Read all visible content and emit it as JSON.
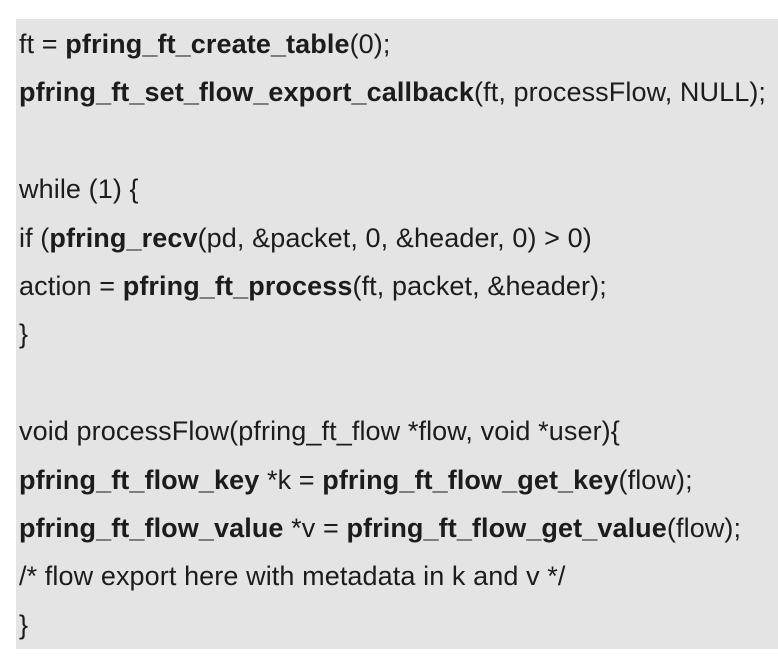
{
  "page": {
    "background_color": "#ffffff"
  },
  "code_block": {
    "background_color": "#e4e4e4",
    "text_color": "#1c1c1c",
    "language": "c",
    "lines": [
      {
        "segments": [
          {
            "text": "ft = ",
            "bold": false
          },
          {
            "text": "pfring_ft_create_table",
            "bold": true
          },
          {
            "text": "(0);",
            "bold": false
          }
        ]
      },
      {
        "segments": [
          {
            "text": "pfring_ft_set_flow_export_callback",
            "bold": true
          },
          {
            "text": "(ft, processFlow, NULL);",
            "bold": false
          }
        ]
      },
      {
        "segments": []
      },
      {
        "segments": [
          {
            "text": "while (1) {",
            "bold": false
          }
        ]
      },
      {
        "segments": [
          {
            "text": "if (",
            "bold": false
          },
          {
            "text": "pfring_recv",
            "bold": true
          },
          {
            "text": "(pd, &packet, 0, &header, 0) > 0)",
            "bold": false
          }
        ]
      },
      {
        "segments": [
          {
            "text": "action = ",
            "bold": false
          },
          {
            "text": "pfring_ft_process",
            "bold": true
          },
          {
            "text": "(ft, packet, &header);",
            "bold": false
          }
        ]
      },
      {
        "segments": [
          {
            "text": "}",
            "bold": false
          }
        ]
      },
      {
        "segments": []
      },
      {
        "segments": [
          {
            "text": "void processFlow(pfring_ft_flow *flow, void *user){",
            "bold": false
          }
        ]
      },
      {
        "segments": [
          {
            "text": "pfring_ft_flow_key",
            "bold": true
          },
          {
            "text": " *k = ",
            "bold": false
          },
          {
            "text": "pfring_ft_flow_get_key",
            "bold": true
          },
          {
            "text": "(flow);",
            "bold": false
          }
        ]
      },
      {
        "segments": [
          {
            "text": "pfring_ft_flow_value",
            "bold": true
          },
          {
            "text": " *v = ",
            "bold": false
          },
          {
            "text": "pfring_ft_flow_get_value",
            "bold": true
          },
          {
            "text": "(flow);",
            "bold": false
          }
        ]
      },
      {
        "segments": [
          {
            "text": "/* flow export here with metadata in k and v */",
            "bold": false
          }
        ]
      },
      {
        "segments": [
          {
            "text": "}",
            "bold": false
          }
        ]
      }
    ]
  }
}
